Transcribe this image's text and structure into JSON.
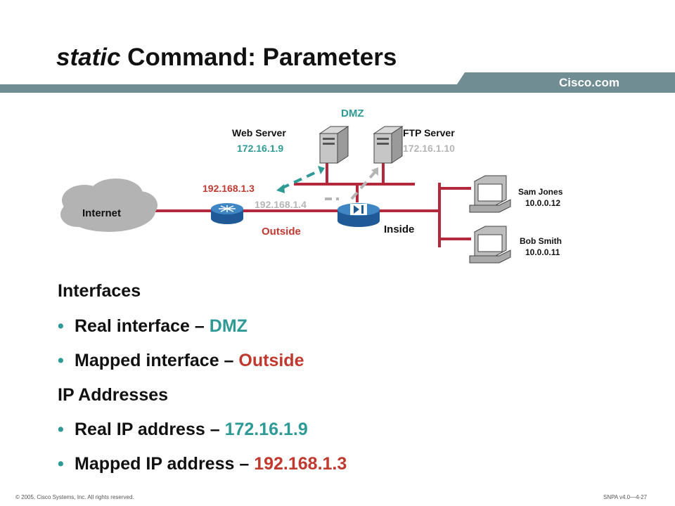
{
  "slide": {
    "title_keyword": "static",
    "title_rest": " Command: Parameters",
    "brand": "Cisco.com"
  },
  "diagram": {
    "internet": "Internet",
    "dmz": "DMZ",
    "outside": "Outside",
    "inside": "Inside",
    "web_server": {
      "name": "Web Server",
      "ip": "172.16.1.9"
    },
    "ftp_server": {
      "name": "FTP Server",
      "ip": "172.16.1.10"
    },
    "mapped_web_ip": "192.168.1.3",
    "mapped_ftp_ip": "192.168.1.4",
    "host1": {
      "name": "Sam Jones",
      "ip": "10.0.0.12"
    },
    "host2": {
      "name": "Bob Smith",
      "ip": "10.0.0.11"
    }
  },
  "content": {
    "interfaces_heading": "Interfaces",
    "real_interface_label": "Real interface – ",
    "real_interface_value": "DMZ",
    "mapped_interface_label": "Mapped interface – ",
    "mapped_interface_value": "Outside",
    "ip_heading": "IP Addresses",
    "real_ip_label": "Real IP address – ",
    "real_ip_value": "172.16.1.9",
    "mapped_ip_label": "Mapped IP address – ",
    "mapped_ip_value": "192.168.1.3"
  },
  "footer": {
    "copyright": "© 2005, Cisco Systems, Inc. All rights reserved.",
    "code": "SNPA v4.0—4-27"
  },
  "colors": {
    "teal": "#2e9a96",
    "red": "#c0392f",
    "gray_ip": "#b5b5b5",
    "link": "#b4283c"
  }
}
